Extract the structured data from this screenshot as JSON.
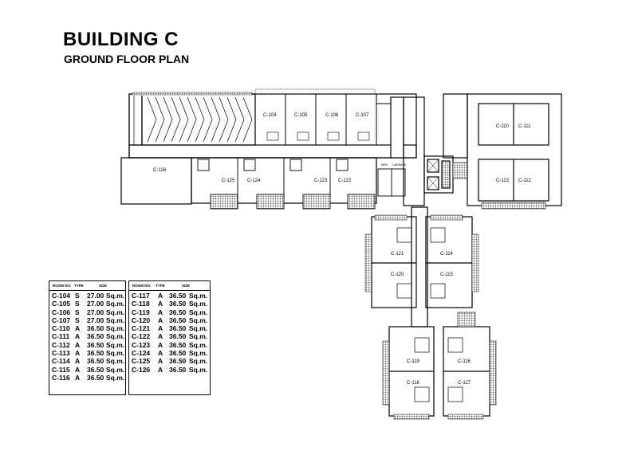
{
  "header": {
    "title": "BUILDING C",
    "subtitle": "GROUND FLOOR PLAN"
  },
  "plan": {
    "room_labels": [
      "C-104",
      "C-105",
      "C-106",
      "C-107",
      "C-110",
      "C-111",
      "C-126",
      "C-125",
      "C-124",
      "C-123",
      "C-122",
      "C-113",
      "C-112",
      "C-121",
      "C-114",
      "C-120",
      "C-115",
      "C-119",
      "C-116",
      "C-118",
      "C-117"
    ],
    "service_labels": [
      "MDB",
      "GARBAGE"
    ]
  },
  "room_table": {
    "columns": [
      "ROOM NO.",
      "TYPE",
      "SIZE"
    ],
    "left_rows": [
      {
        "room": "C-104",
        "type": "S",
        "size": "27.00",
        "unit": "Sq.m."
      },
      {
        "room": "C-105",
        "type": "S",
        "size": "27.00",
        "unit": "Sq.m."
      },
      {
        "room": "C-106",
        "type": "S",
        "size": "27.00",
        "unit": "Sq.m."
      },
      {
        "room": "C-107",
        "type": "S",
        "size": "27.00",
        "unit": "Sq.m."
      },
      {
        "room": "C-110",
        "type": "A",
        "size": "36.50",
        "unit": "Sq.m."
      },
      {
        "room": "C-111",
        "type": "A",
        "size": "36.50",
        "unit": "Sq.m."
      },
      {
        "room": "C-112",
        "type": "A",
        "size": "36.50",
        "unit": "Sq.m."
      },
      {
        "room": "C-113",
        "type": "A",
        "size": "36.50",
        "unit": "Sq.m."
      },
      {
        "room": "C-114",
        "type": "A",
        "size": "36.50",
        "unit": "Sq.m."
      },
      {
        "room": "C-115",
        "type": "A",
        "size": "36.50",
        "unit": "Sq.m."
      },
      {
        "room": "C-116",
        "type": "A",
        "size": "36.50",
        "unit": "Sq.m."
      }
    ],
    "right_rows": [
      {
        "room": "C-117",
        "type": "A",
        "size": "36.50",
        "unit": "Sq.m."
      },
      {
        "room": "C-118",
        "type": "A",
        "size": "36.50",
        "unit": "Sq.m."
      },
      {
        "room": "C-119",
        "type": "A",
        "size": "36.50",
        "unit": "Sq.m."
      },
      {
        "room": "C-120",
        "type": "A",
        "size": "36.50",
        "unit": "Sq.m."
      },
      {
        "room": "C-121",
        "type": "A",
        "size": "36.50",
        "unit": "Sq.m."
      },
      {
        "room": "C-122",
        "type": "A",
        "size": "36.50",
        "unit": "Sq.m."
      },
      {
        "room": "C-123",
        "type": "A",
        "size": "36.50",
        "unit": "Sq.m."
      },
      {
        "room": "C-124",
        "type": "A",
        "size": "36.50",
        "unit": "Sq.m."
      },
      {
        "room": "C-125",
        "type": "A",
        "size": "36.50",
        "unit": "Sq.m."
      },
      {
        "room": "C-126",
        "type": "A",
        "size": "36.50",
        "unit": "Sq.m."
      }
    ]
  }
}
